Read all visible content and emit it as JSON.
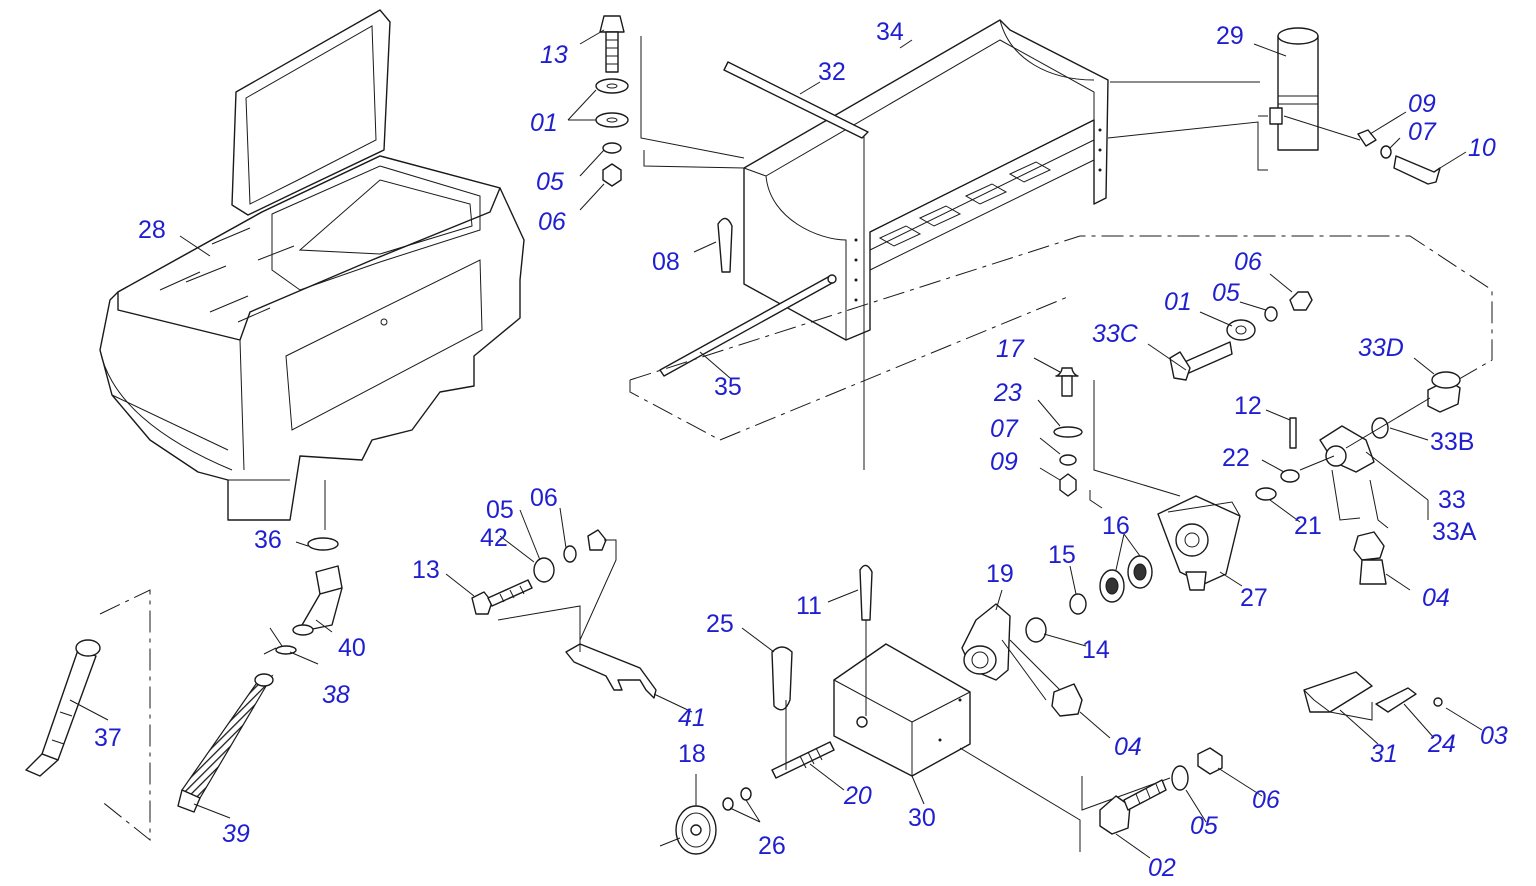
{
  "diagram": {
    "type": "exploded-parts-diagram",
    "label_color": "#1f1fd0",
    "line_color": "#1a1a1a",
    "labels": {
      "p28": "28",
      "p36": "36",
      "p40": "40",
      "p38": "38",
      "p37": "37",
      "p39": "39",
      "p13a": "13",
      "p01a": "01",
      "p05a": "05",
      "p06a": "06",
      "p32": "32",
      "p34": "34",
      "p08": "08",
      "p35": "35",
      "p29": "29",
      "p09a": "09",
      "p07a": "07",
      "p10": "10",
      "p06b": "06",
      "p05b": "05",
      "p01b": "01",
      "p33c": "33C",
      "p33d": "33D",
      "p17": "17",
      "p23": "23",
      "p07b": "07",
      "p09b": "09",
      "p12": "12",
      "p22": "22",
      "p33b": "33B",
      "p33": "33",
      "p33a": "33A",
      "p21": "21",
      "p16": "16",
      "p15": "15",
      "p27": "27",
      "p04a": "04",
      "p19": "19",
      "p14": "14",
      "p04b": "04",
      "p05c": "05",
      "p06c": "06",
      "p42": "42",
      "p13b": "13",
      "p41": "41",
      "p11": "11",
      "p25": "25",
      "p18": "18",
      "p20": "20",
      "p30": "30",
      "p26": "26",
      "p06d": "06",
      "p05d": "05",
      "p02": "02",
      "p31": "31",
      "p24": "24",
      "p03": "03"
    }
  }
}
